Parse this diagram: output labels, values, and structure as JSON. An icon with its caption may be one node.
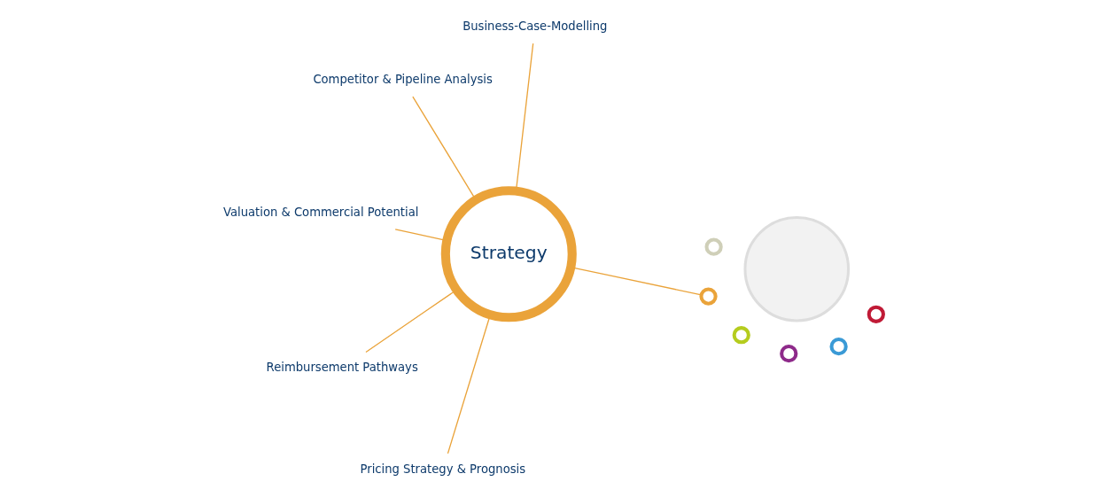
{
  "diagram": {
    "nodes": [
      {
        "text": [
          "Strategy"
        ]
      },
      {
        "text": [
          "Business-Case-Modelling"
        ]
      },
      {
        "text": [
          "Pricing Strategy & Prognosis"
        ]
      },
      {
        "text": [
          "Valuation & Commercial Potential"
        ]
      },
      {
        "text": [
          "Competitor & Pipeline Analysis"
        ]
      },
      {
        "text": [
          "Reimbursement Pathways"
        ]
      },
      {
        "text": [],
        "shape": "circle"
      },
      {
        "text": [],
        "shape": "circle"
      },
      {
        "text": [],
        "shape": "circle"
      },
      {
        "text": [],
        "shape": "circle"
      },
      {
        "text": [],
        "shape": "circle"
      },
      {
        "text": [],
        "shape": "circle"
      },
      {
        "text": [],
        "shape": "circle"
      }
    ],
    "edges": [
      {
        "from": 0,
        "to": 1,
        "arrow": "none"
      },
      {
        "from": 0,
        "to": 2,
        "arrow": "none"
      },
      {
        "from": 0,
        "to": 3,
        "arrow": "none"
      },
      {
        "from": 0,
        "to": 4,
        "arrow": "none"
      },
      {
        "from": 0,
        "to": 5,
        "arrow": "none"
      },
      {
        "from": 8,
        "to": 0,
        "arrow": "none"
      }
    ]
  }
}
